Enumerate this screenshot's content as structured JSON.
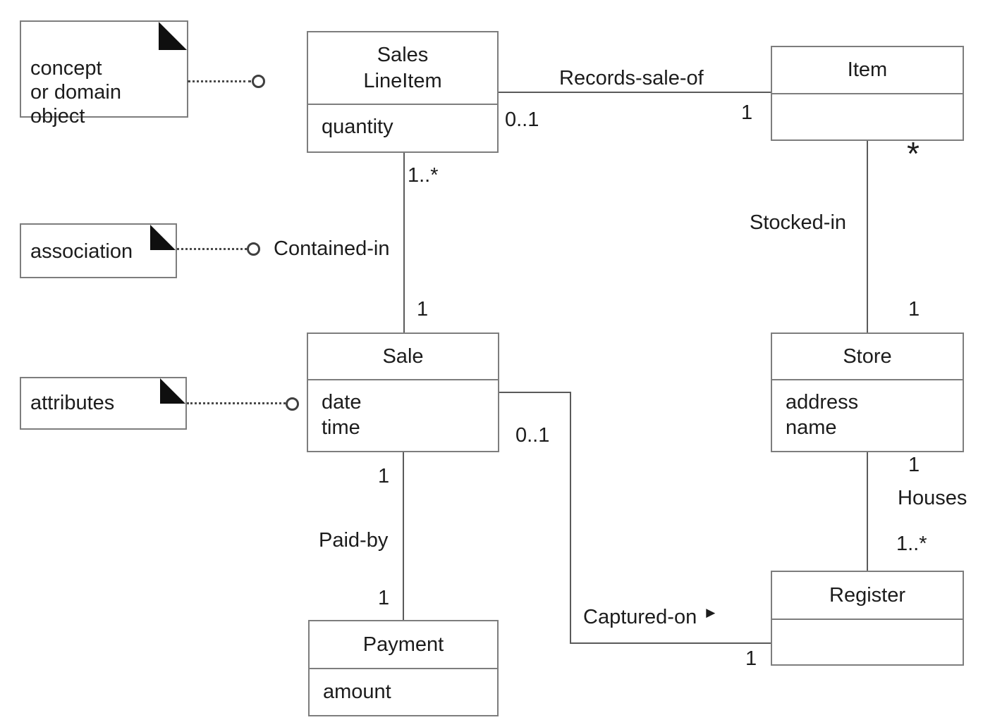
{
  "diagram_type": "uml-domain-model",
  "notes": {
    "concept": {
      "line1": "concept",
      "line2": "or domain",
      "line3": "object"
    },
    "association": {
      "line1": "association"
    },
    "attributes": {
      "line1": "attributes"
    }
  },
  "classes": {
    "sales_line_item": {
      "name_line1": "Sales",
      "name_line2": "LineItem",
      "attr1": "quantity"
    },
    "item": {
      "name": "Item"
    },
    "sale": {
      "name": "Sale",
      "attr1": "date",
      "attr2": "time"
    },
    "store": {
      "name": "Store",
      "attr1": "address",
      "attr2": "name"
    },
    "payment": {
      "name": "Payment",
      "attr1": "amount"
    },
    "register": {
      "name": "Register"
    }
  },
  "associations": {
    "records_sale_of": {
      "label": "Records-sale-of",
      "mult_near_sales_line_item": "0..1",
      "mult_near_item": "1"
    },
    "contained_in": {
      "label": "Contained-in",
      "mult_near_sales_line_item": "1..*",
      "mult_near_sale": "1"
    },
    "stocked_in": {
      "label": "Stocked-in",
      "mult_near_item": "*",
      "mult_near_store": "1"
    },
    "paid_by": {
      "label": "Paid-by",
      "mult_near_sale": "1",
      "mult_near_payment": "1"
    },
    "houses": {
      "label": "Houses",
      "mult_near_store": "1",
      "mult_near_register": "1..*"
    },
    "captured_on": {
      "label": "Captured-on",
      "reading_direction_arrow": "▶",
      "mult_near_sale": "0..1",
      "mult_near_register": "1"
    }
  },
  "colors": {
    "background": "#ffffff",
    "box_border": "#7d7d7d",
    "line": "#5a5a5a",
    "text": "#1c1c1c",
    "note_fold": "#0f0f0f"
  }
}
